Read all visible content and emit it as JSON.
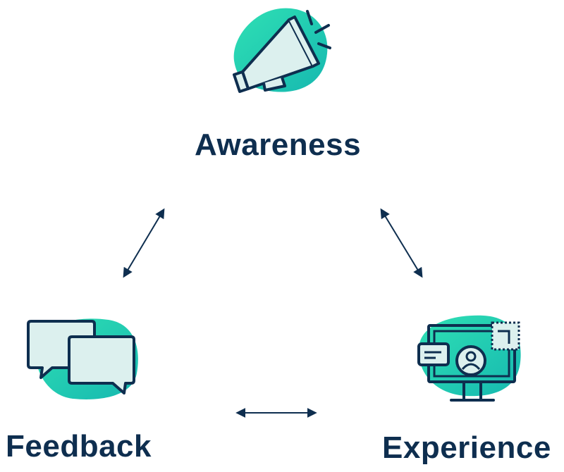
{
  "diagram": {
    "nodes": {
      "awareness": {
        "label": "Awareness",
        "icon": "megaphone-icon"
      },
      "feedback": {
        "label": "Feedback",
        "icon": "chat-bubbles-icon"
      },
      "experience": {
        "label": "Experience",
        "icon": "monitor-profile-icon"
      }
    },
    "edges": [
      {
        "from": "awareness",
        "to": "feedback",
        "direction": "both"
      },
      {
        "from": "awareness",
        "to": "experience",
        "direction": "both"
      },
      {
        "from": "feedback",
        "to": "experience",
        "direction": "both"
      }
    ],
    "colors": {
      "text": "#0e2e4f",
      "stroke": "#0e2e4f",
      "accent_teal": "#1cc9a7",
      "accent_light": "#dcf0ee"
    }
  }
}
